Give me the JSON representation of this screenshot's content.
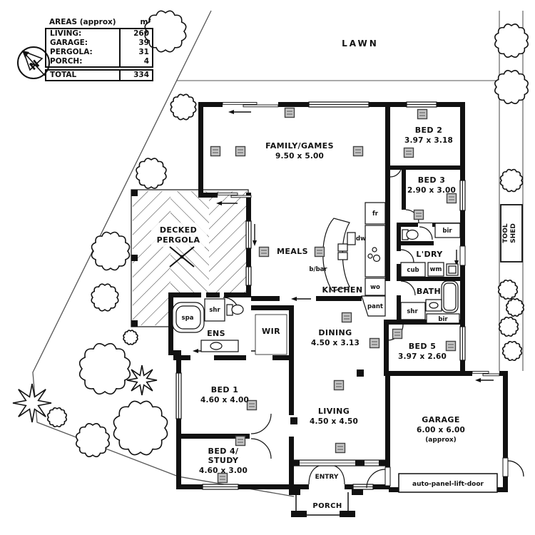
{
  "areas_table": {
    "header_label": "AREAS (approx)",
    "unit": "m²",
    "rows": [
      {
        "label": "LIVING:",
        "value": "260"
      },
      {
        "label": "GARAGE:",
        "value": "39"
      },
      {
        "label": "PERGOLA:",
        "value": "31"
      },
      {
        "label": "PORCH:",
        "value": "4"
      }
    ],
    "total_label": "TOTAL",
    "total_value": "334"
  },
  "compass": {
    "north": "N"
  },
  "site": {
    "lawn": "LAWN",
    "tool_shed_line1": "TOOL",
    "tool_shed_line2": "SHED"
  },
  "rooms": {
    "family": {
      "name": "FAMILY/GAMES",
      "dims": "9.50 x 5.00"
    },
    "bed2": {
      "name": "BED 2",
      "dims": "3.97 x 3.18"
    },
    "bed3": {
      "name": "BED 3",
      "dims": "2.90 x 3.00"
    },
    "meals": {
      "name": "MEALS"
    },
    "kitchen": {
      "name": "KITCHEN"
    },
    "laundry": {
      "name": "L'DRY"
    },
    "bath": {
      "name": "BATH"
    },
    "bed5": {
      "name": "BED 5",
      "dims": "3.97 x 2.60"
    },
    "dining": {
      "name": "DINING",
      "dims": "4.50 x 3.13"
    },
    "living": {
      "name": "LIVING",
      "dims": "4.50 x 4.50"
    },
    "garage": {
      "name": "GARAGE",
      "dims": "6.00 x 6.00",
      "note": "(approx)"
    },
    "bed1": {
      "name": "BED 1",
      "dims": "4.60 x 4.00"
    },
    "bed4": {
      "name_line1": "BED 4/",
      "name_line2": "STUDY",
      "dims": "4.60 x 3.00"
    },
    "ensuite": {
      "name": "ENS"
    },
    "wir": {
      "name": "WIR"
    },
    "pergola": {
      "name_line1": "DECKED",
      "name_line2": "PERGOLA"
    },
    "entry": {
      "name": "ENTRY"
    },
    "porch": {
      "name": "PORCH"
    }
  },
  "fixtures": {
    "fridge": "fr",
    "dishwasher": "dw",
    "breakfast_bar": "b/bar",
    "wall_oven": "wo",
    "pantry": "pant",
    "cupboard": "cub",
    "washing_machine": "wm",
    "spa": "spa",
    "shower": "shr",
    "robe": "bir",
    "garage_door": "auto-panel-lift-door"
  }
}
